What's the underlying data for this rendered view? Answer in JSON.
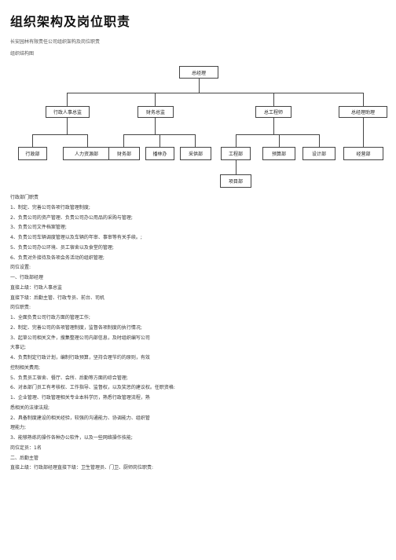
{
  "page": {
    "title": "组织架构及岗位职责",
    "company_line": "长安园林有限责任公司组织架构及岗位职责",
    "chart_heading": "组织结构图"
  },
  "org_chart": {
    "root": "总经理",
    "level2": [
      "行政人事总监",
      "财务总监",
      "总工程师",
      "总经理助理"
    ],
    "level3": [
      "行政部",
      "人力资源部",
      "财务部",
      "播林办",
      "采供部",
      "工程部",
      "预算部",
      "设计部",
      "经营部"
    ],
    "level4": [
      "项目部"
    ]
  },
  "lines": [
    "行政部门职责",
    "1、制定、完善公司各项行政管理制度;",
    "2、负责公司的资产管理、负责公司办公用品的采购与管理;",
    "3、负责公司文件档案管理;",
    "4、负责公司车辆调度管理以及车辆的年审、事审等有关手续。;",
    "5、负责公司办公环境、员工宿舍以及食堂的管理;",
    "6、负责对外接待及各项会务活动的组织管理;",
    "岗位设置:",
    "一、行政部经理",
    "直接上级：行政人事总监",
    "直接下级：后勤主管、行政专员、前台、司机",
    "岗位职责:",
    "1、全面负责公司行政方面的管理工作;",
    "2、制定、完善公司的各项管理制度，监督各项制度的执行情况;",
    "3、起草公司相关文件，搜集整理公司内部信息，及时组织编写公司",
    "大事记;",
    "4、负责制定行政计划，编制行政预算，坚持合理节约的原则，有效",
    "控制相关费用;",
    "5、负责员工宿舍、餐厅、会所、后勤等方面的综合管理;",
    "6、对本部门员工有考核权、工作指导、监督权，以及奖惩的建议权。任职资格:",
    "1、企业管理、行政管理相关专业本科学历，熟悉行政管理流程，熟",
    "悉相关的法律法规;",
    "2、具备制度建设的相关经验，较强的沟通能力、协调能力、组织管",
    "理能力;",
    "3、能够熟练的操作各种办公软件，以及一些网络操作技能;",
    "岗位定员：1名",
    "二、后勤主管",
    "直接上级：行政部经理直接下级：卫生管理员、门卫、厨师岗位职责:"
  ]
}
